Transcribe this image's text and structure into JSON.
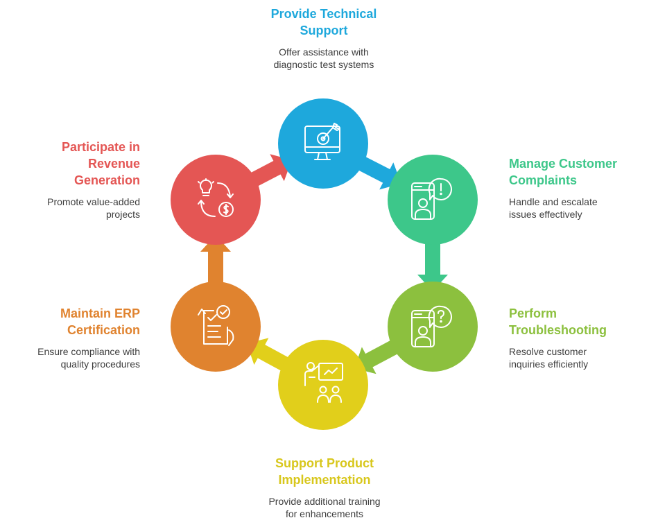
{
  "steps": [
    {
      "id": "technical-support",
      "title_lines": [
        "Provide Technical",
        "Support"
      ],
      "desc_lines": [
        "Offer assistance with",
        "diagnostic test systems"
      ],
      "color": "#1ea8dc",
      "title_color": "#1ea8dc",
      "icon": "monitor-target-icon"
    },
    {
      "id": "customer-complaints",
      "title_lines": [
        "Manage Customer",
        "Complaints"
      ],
      "desc_lines": [
        "Handle and escalate",
        "issues effectively"
      ],
      "color": "#3dc78a",
      "title_color": "#3dc78a",
      "icon": "phone-person-alert-icon"
    },
    {
      "id": "troubleshooting",
      "title_lines": [
        "Perform",
        "Troubleshooting"
      ],
      "desc_lines": [
        "Resolve customer",
        "inquiries efficiently"
      ],
      "color": "#8cc03e",
      "title_color": "#8cc03e",
      "icon": "phone-person-question-icon"
    },
    {
      "id": "product-implementation",
      "title_lines": [
        "Support Product",
        "Implementation"
      ],
      "desc_lines": [
        "Provide additional training",
        "for enhancements"
      ],
      "color": "#e1cf1b",
      "title_color": "#d8c71c",
      "icon": "presentation-audience-icon"
    },
    {
      "id": "erp-certification",
      "title_lines": [
        "Maintain ERP",
        "Certification"
      ],
      "desc_lines": [
        "Ensure compliance with",
        "quality procedures"
      ],
      "color": "#e0832f",
      "title_color": "#e0832f",
      "icon": "document-checklist-icon"
    },
    {
      "id": "revenue-generation",
      "title_lines": [
        "Participate in",
        "Revenue",
        "Generation"
      ],
      "desc_lines": [
        "Promote value-added",
        "projects"
      ],
      "color": "#e45654",
      "title_color": "#e45654",
      "icon": "idea-money-cycle-icon"
    }
  ]
}
